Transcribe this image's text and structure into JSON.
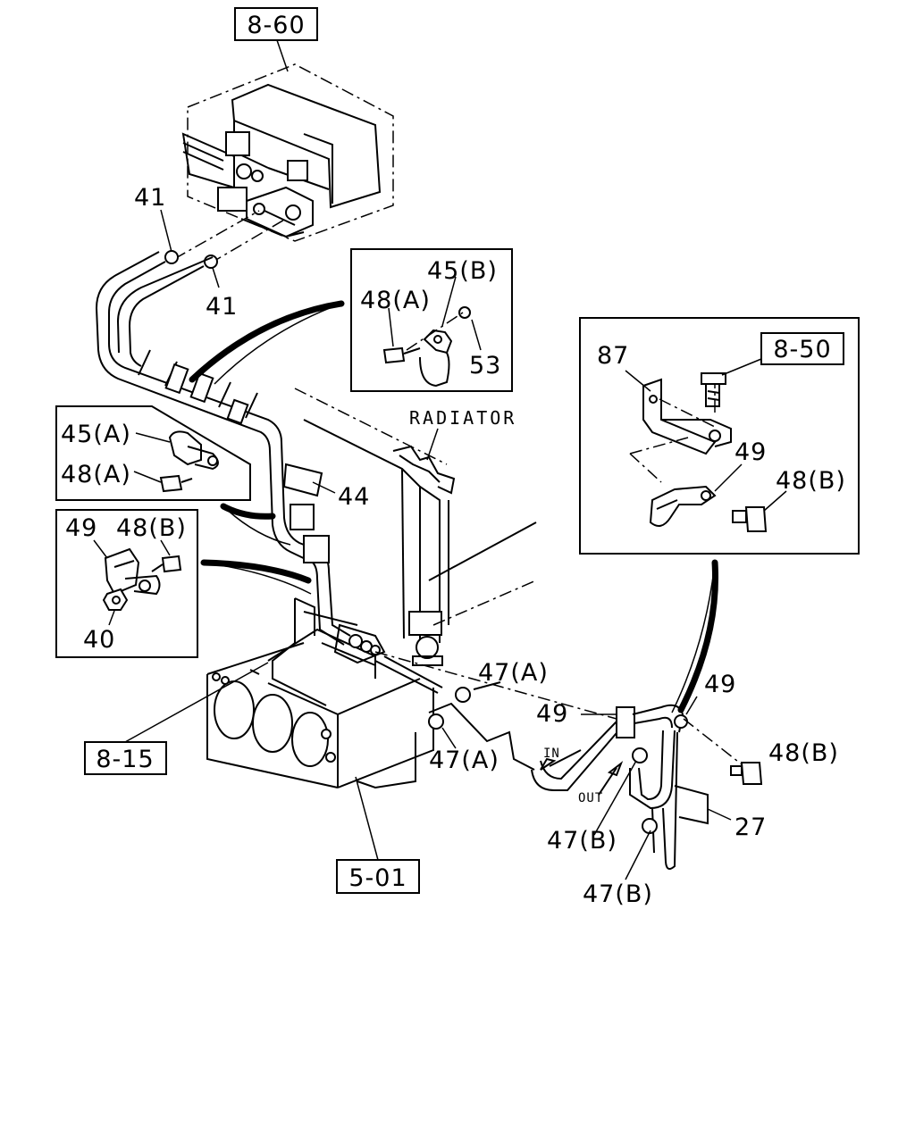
{
  "refs": {
    "heater_unit": "8-60",
    "bracket_ref": "8-50",
    "frame_ref": "8-15",
    "chassis_ref": "5-01"
  },
  "labels": {
    "p41_top": "41",
    "p41_bottom": "41",
    "p45b": "45(B)",
    "p48a_detail_b": "48(A)",
    "p53": "53",
    "radiator": "RADIATOR",
    "p45a": "45(A)",
    "p48a_detail_a": "48(A)",
    "p44": "44",
    "p49_detail_c": "49",
    "p48b_detail_c": "48(B)",
    "p40": "40",
    "p87": "87",
    "p49_detail_d": "49",
    "p48b_detail_d": "48(B)",
    "p47a_top": "47(A)",
    "p47a_bottom": "47(A)",
    "p49_left": "49",
    "p49_right": "49",
    "p48b_main": "48(B)",
    "p27": "27",
    "p47b_top": "47(B)",
    "p47b_bottom": "47(B)",
    "in": "IN",
    "out": "OUT"
  }
}
